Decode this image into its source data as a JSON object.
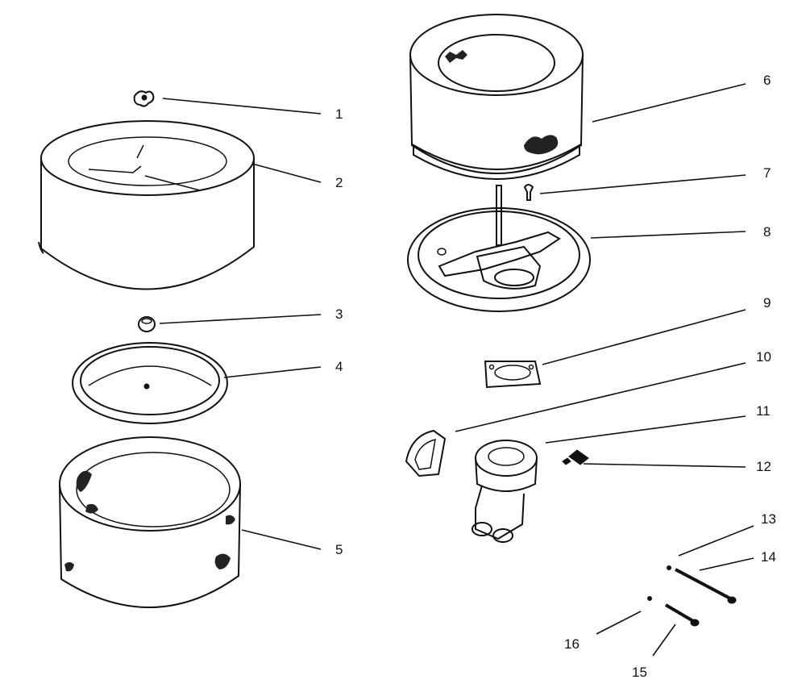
{
  "callouts": [
    {
      "id": "1",
      "text": "1"
    },
    {
      "id": "2",
      "text": "2"
    },
    {
      "id": "3",
      "text": "3"
    },
    {
      "id": "4",
      "text": "4"
    },
    {
      "id": "5",
      "text": "5"
    },
    {
      "id": "6",
      "text": "6"
    },
    {
      "id": "7",
      "text": "7"
    },
    {
      "id": "8",
      "text": "8"
    },
    {
      "id": "9",
      "text": "9"
    },
    {
      "id": "10",
      "text": "10"
    },
    {
      "id": "11",
      "text": "11"
    },
    {
      "id": "12",
      "text": "12"
    },
    {
      "id": "13",
      "text": "13"
    },
    {
      "id": "14",
      "text": "14"
    },
    {
      "id": "15",
      "text": "15"
    },
    {
      "id": "16",
      "text": "16"
    }
  ],
  "colors": {
    "ink": "#111111",
    "background": "#ffffff"
  }
}
